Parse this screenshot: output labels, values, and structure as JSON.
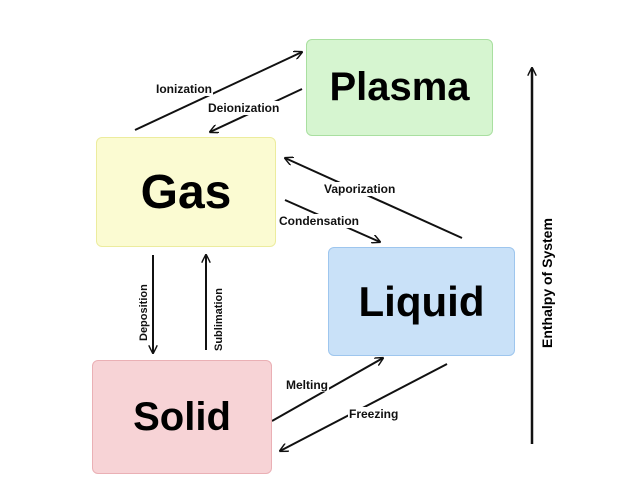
{
  "states": {
    "plasma": "Plasma",
    "gas": "Gas",
    "liquid": "Liquid",
    "solid": "Solid"
  },
  "transitions": {
    "ionization": "Ionization",
    "deionization": "Deionization",
    "vaporization": "Vaporization",
    "condensation": "Condensation",
    "deposition": "Deposition",
    "sublimation": "Sublimation",
    "melting": "Melting",
    "freezing": "Freezing"
  },
  "axis": {
    "label": "Enthalpy of System"
  },
  "colors": {
    "plasma": "#d6f5d0",
    "gas": "#fbfbd2",
    "liquid": "#c9e1f8",
    "solid": "#f7d3d6"
  }
}
